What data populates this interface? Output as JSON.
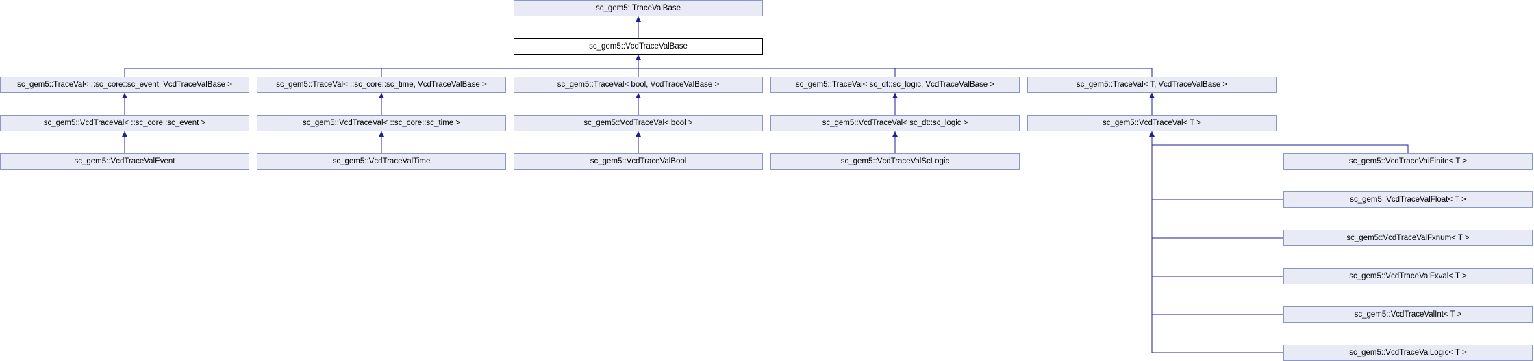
{
  "diagram": {
    "edge_color": "#1f1f99",
    "node_fill": "#e8ebf5",
    "node_border": "#8a96c4",
    "nodes": {
      "tracevalbase": "sc_gem5::TraceValBase",
      "vcdtracevalbase": "sc_gem5::VcdTraceValBase",
      "traceval_event": "sc_gem5::TraceVal< ::sc_core::sc_event, VcdTraceValBase >",
      "traceval_time": "sc_gem5::TraceVal< ::sc_core::sc_time, VcdTraceValBase >",
      "traceval_bool": "sc_gem5::TraceVal< bool, VcdTraceValBase >",
      "traceval_sclogic": "sc_gem5::TraceVal< sc_dt::sc_logic, VcdTraceValBase >",
      "traceval_t": "sc_gem5::TraceVal< T, VcdTraceValBase >",
      "vcdtraceval_event": "sc_gem5::VcdTraceVal< ::sc_core::sc_event >",
      "vcdtraceval_time": "sc_gem5::VcdTraceVal< ::sc_core::sc_time >",
      "vcdtraceval_bool": "sc_gem5::VcdTraceVal< bool >",
      "vcdtraceval_sclogic": "sc_gem5::VcdTraceVal< sc_dt::sc_logic >",
      "vcdtraceval_t": "sc_gem5::VcdTraceVal< T >",
      "vcdtracevalevent": "sc_gem5::VcdTraceValEvent",
      "vcdtracevaltime": "sc_gem5::VcdTraceValTime",
      "vcdtracevalbool": "sc_gem5::VcdTraceValBool",
      "vcdtracevalsclogic": "sc_gem5::VcdTraceValScLogic",
      "vcdtracevalfinite": "sc_gem5::VcdTraceValFinite< T >",
      "vcdtracevalfloat": "sc_gem5::VcdTraceValFloat< T >",
      "vcdtracevalfxnum": "sc_gem5::VcdTraceValFxnum< T >",
      "vcdtracevalfxval": "sc_gem5::VcdTraceValFxval< T >",
      "vcdtracevalint": "sc_gem5::VcdTraceValInt< T >",
      "vcdtracevallogic": "sc_gem5::VcdTraceValLogic< T >"
    },
    "edges": [
      [
        "vcdtracevalbase",
        "tracevalbase"
      ],
      [
        "traceval_event",
        "vcdtracevalbase"
      ],
      [
        "traceval_time",
        "vcdtracevalbase"
      ],
      [
        "traceval_bool",
        "vcdtracevalbase"
      ],
      [
        "traceval_sclogic",
        "vcdtracevalbase"
      ],
      [
        "traceval_t",
        "vcdtracevalbase"
      ],
      [
        "vcdtraceval_event",
        "traceval_event"
      ],
      [
        "vcdtraceval_time",
        "traceval_time"
      ],
      [
        "vcdtraceval_bool",
        "traceval_bool"
      ],
      [
        "vcdtraceval_sclogic",
        "traceval_sclogic"
      ],
      [
        "vcdtraceval_t",
        "traceval_t"
      ],
      [
        "vcdtracevalevent",
        "vcdtraceval_event"
      ],
      [
        "vcdtracevaltime",
        "vcdtraceval_time"
      ],
      [
        "vcdtracevalbool",
        "vcdtraceval_bool"
      ],
      [
        "vcdtracevalsclogic",
        "vcdtraceval_sclogic"
      ],
      [
        "vcdtracevalfinite",
        "vcdtraceval_t"
      ],
      [
        "vcdtracevalfloat",
        "vcdtraceval_t"
      ],
      [
        "vcdtracevalfxnum",
        "vcdtraceval_t"
      ],
      [
        "vcdtracevalfxval",
        "vcdtraceval_t"
      ],
      [
        "vcdtracevalint",
        "vcdtraceval_t"
      ],
      [
        "vcdtracevallogic",
        "vcdtraceval_t"
      ]
    ]
  }
}
